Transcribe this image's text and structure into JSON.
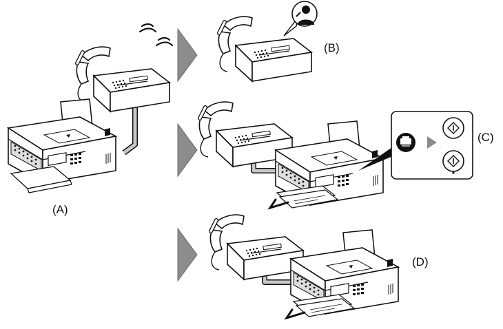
{
  "labels": {
    "a": "(A)",
    "b": "(B)",
    "c": "(C)",
    "d": "(D)"
  },
  "icons": {
    "arrow": "chevron-right-arrow",
    "person": "person-silhouette-icon",
    "fax_button": "fax-button-icon",
    "start_button": "start-diamond-icon"
  },
  "colors": {
    "outline": "#111111",
    "arrow": "#8c8c8c",
    "cable": "#c8c8c8",
    "panel_bg": "#ffffff"
  }
}
